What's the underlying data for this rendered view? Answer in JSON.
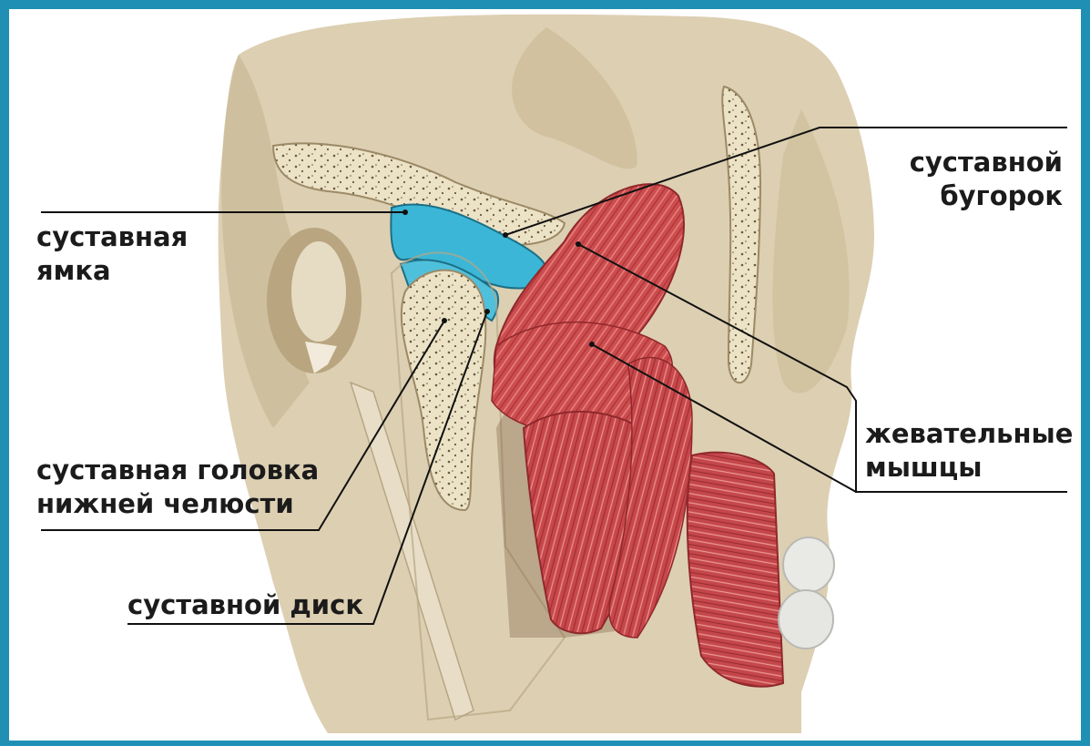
{
  "labels": {
    "fossa": [
      "суставная",
      "ямка"
    ],
    "tubercle": [
      "суставной",
      "бугорок"
    ],
    "head": [
      "суставная головка",
      "нижней челюсти"
    ],
    "disc": [
      "суставной диск"
    ],
    "muscles": [
      "жевательные",
      "мышцы"
    ]
  },
  "colors": {
    "frame": "#1f8fb3",
    "bone": "#ddcfb2",
    "bone_shadow": "#c8b794",
    "spongy": "#ece2c6",
    "cartilage": "#3cb6d6",
    "muscle": "#c9484a",
    "muscle_dark": "#9e2f33",
    "leader": "#111111"
  }
}
